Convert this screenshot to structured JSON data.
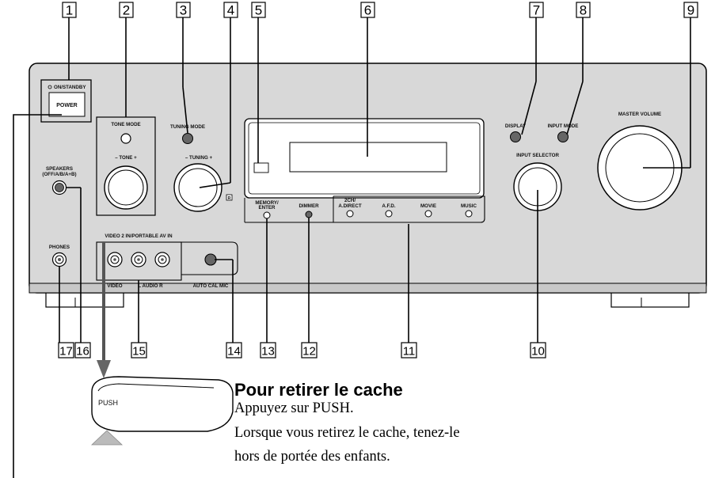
{
  "callouts": [
    "1",
    "2",
    "3",
    "4",
    "5",
    "6",
    "7",
    "8",
    "9",
    "10",
    "11",
    "12",
    "13",
    "14",
    "15",
    "16",
    "17"
  ],
  "panel": {
    "on_standby": "ON/STANDBY",
    "power": "POWER",
    "tone_mode": "TONE MODE",
    "tone": "– TONE +",
    "tuning_mode": "TUNING MODE",
    "tuning": "– TUNING +",
    "display": "DISPLAY",
    "input_mode": "INPUT MODE",
    "master_volume": "MASTER VOLUME",
    "input_selector": "INPUT SELECTOR",
    "speakers_line1": "SPEAKERS",
    "speakers_line2": "(OFF/A/B/A+B)",
    "phones": "PHONES",
    "video2_header": "VIDEO 2 IN/PORTABLE AV IN",
    "video": "VIDEO",
    "audio": "L  AUDIO  R",
    "auto_cal_mic": "AUTO CAL MIC",
    "memory_line1": "MEMORY/",
    "memory_line2": "ENTER",
    "dimmer": "DIMMER",
    "two_ch_line1": "2CH/",
    "two_ch_line2": "A.DIRECT",
    "afd": "A.F.D.",
    "movie": "MOVIE",
    "music": "MUSIC",
    "r_mark": "R"
  },
  "cover": {
    "push": "PUSH"
  },
  "caption": {
    "title": "Pour retirer le cache",
    "line1": "Appuyez sur PUSH.",
    "line2": "Lorsque vous retirez le cache, tenez-le",
    "line3": "hors de portée des enfants."
  }
}
